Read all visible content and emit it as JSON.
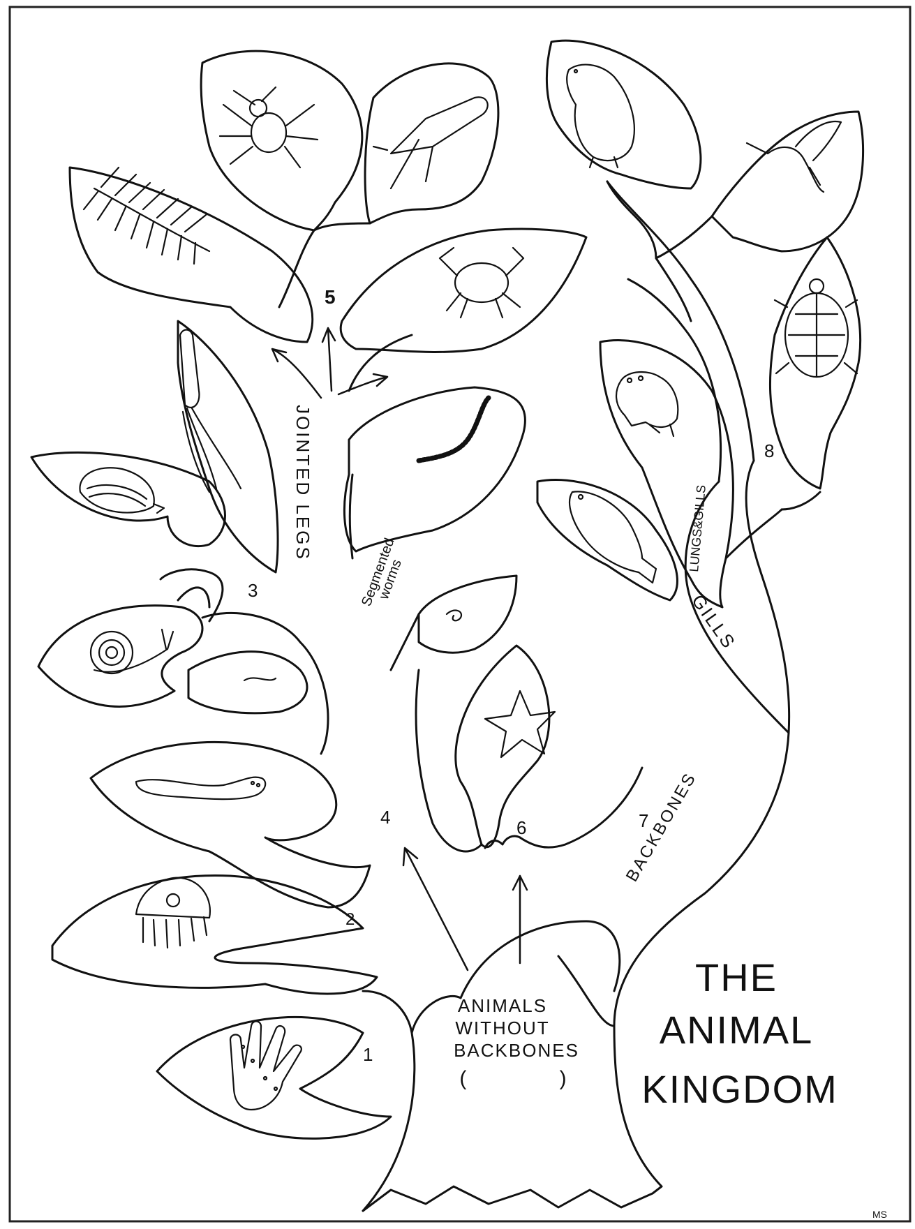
{
  "title": {
    "line1": "THE",
    "line2": "ANIMAL",
    "line3": "KINGDOM"
  },
  "trunk_label": {
    "line1": "ANIMALS",
    "line2": "WITHOUT",
    "line3": "BACKBONES",
    "blank": "(                )"
  },
  "branch_labels": {
    "jointed_legs": "JOINTED LEGS",
    "segmented": "Segmented",
    "worms": "worms",
    "gills": "GILLS",
    "lungs_gills": "LUNGS&GILLS",
    "backbones": "BACKBONES"
  },
  "numbers": [
    "1",
    "2",
    "3",
    "4",
    "5",
    "6",
    "7",
    "8"
  ],
  "initials": "MS",
  "leaves": [
    {
      "id": "sponge-leaf",
      "animal": "sponge"
    },
    {
      "id": "jellyfish-leaf",
      "animal": "jellyfish"
    },
    {
      "id": "flatworm-leaf",
      "animal": "flatworm"
    },
    {
      "id": "roundworm-leaf",
      "animal": "roundworm"
    },
    {
      "id": "snail-leaf",
      "animal": "snail"
    },
    {
      "id": "clam-leaf",
      "animal": "clam"
    },
    {
      "id": "squid-leaf",
      "animal": "squid"
    },
    {
      "id": "centipede-leaf",
      "animal": "centipede"
    },
    {
      "id": "spider-leaf",
      "animal": "spider"
    },
    {
      "id": "grasshopper-leaf",
      "animal": "grasshopper"
    },
    {
      "id": "crab-leaf",
      "animal": "crab"
    },
    {
      "id": "earthworm-leaf",
      "animal": "earthworm"
    },
    {
      "id": "leech-leaf",
      "animal": "leech"
    },
    {
      "id": "starfish-leaf",
      "animal": "starfish"
    },
    {
      "id": "fish-leaf",
      "animal": "fish"
    },
    {
      "id": "frog-leaf",
      "animal": "frog"
    },
    {
      "id": "turtle-leaf",
      "animal": "turtle"
    },
    {
      "id": "bird-leaf",
      "animal": "hummingbird"
    },
    {
      "id": "mammal-leaf",
      "animal": "mammal"
    }
  ]
}
